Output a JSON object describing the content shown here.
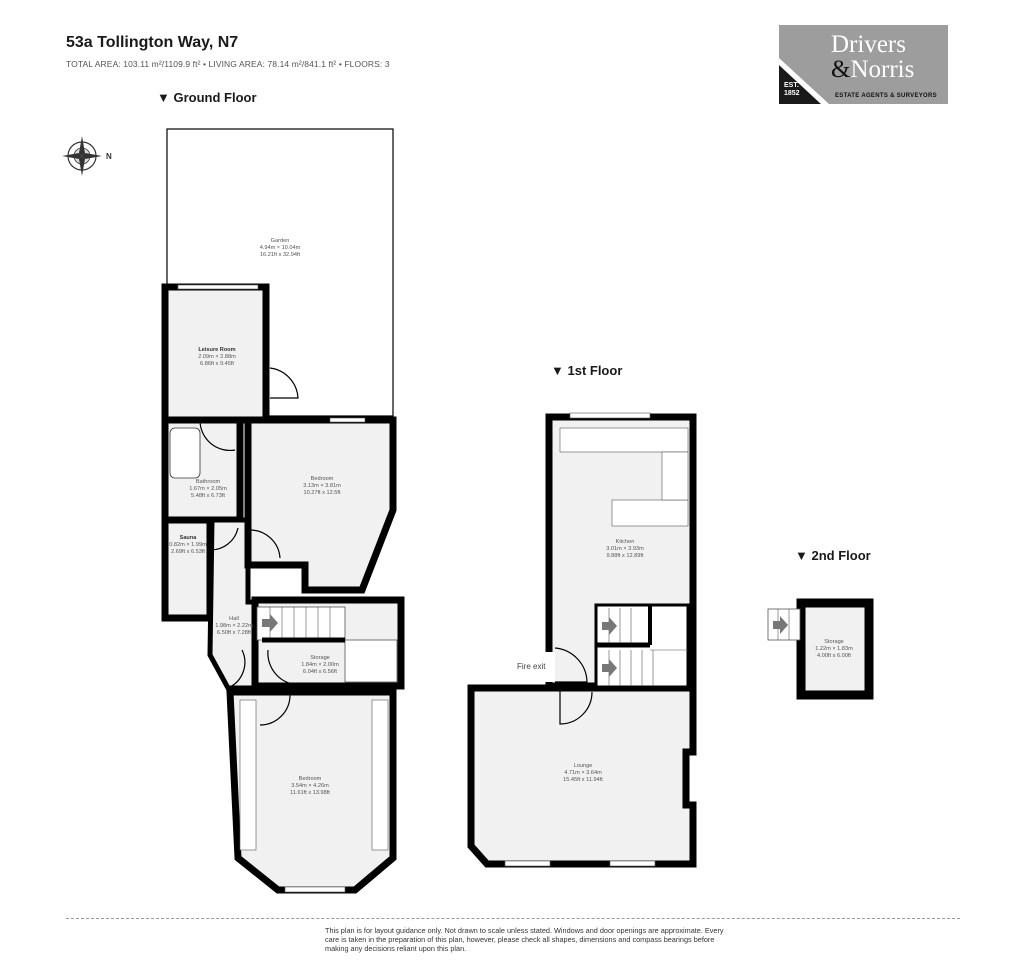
{
  "header": {
    "title": "53a Tollington Way, N7",
    "summary": "TOTAL AREA: 103.11 m²/1109.9 ft² • LIVING AREA: 78.14 m²/841.1 ft² • FLOORS: 3"
  },
  "logo": {
    "line1": "Drivers",
    "amp": "&",
    "line2": "Norris",
    "tagline": "ESTATE AGENTS & SURVEYORS",
    "est": "EST.",
    "year": "1852",
    "colors": {
      "background": "#9d9d9d",
      "corner": "#1a1a1a"
    }
  },
  "compass": {
    "icon": "compass-icon",
    "label": "N"
  },
  "floors": {
    "ground": {
      "label": "▼ Ground Floor",
      "rooms": {
        "garden": {
          "name": "Garden",
          "metric": "4.94m × 10.04m",
          "imperial": "16.21ft x 32.94ft"
        },
        "leisure": {
          "name": "Leisure Room",
          "metric": "2.09m × 2.88m",
          "imperial": "6.86ft x 9.45ft"
        },
        "bathroom": {
          "name": "Bathroom",
          "metric": "1.67m × 2.05m",
          "imperial": "5.48ft x 6.73ft"
        },
        "bedroom1": {
          "name": "Bedroom",
          "metric": "3.13m × 3.81m",
          "imperial": "10.27ft x 12.5ft"
        },
        "sauna": {
          "name": "Sauna",
          "metric": "0.82m × 1.99m",
          "imperial": "2.69ft x 6.53ft"
        },
        "hall": {
          "name": "Hall",
          "metric": "1.98m × 2.22m",
          "imperial": "6.50ft x 7.28ft"
        },
        "storage": {
          "name": "Storage",
          "metric": "1.84m × 2.00m",
          "imperial": "6.04ft x 6.56ft"
        },
        "bedroom2": {
          "name": "Bedroom",
          "metric": "3.54m × 4.26m",
          "imperial": "11.61ft x 13.98ft"
        }
      }
    },
    "first": {
      "label": "▼ 1st Floor",
      "fire_exit": "Fire exit",
      "rooms": {
        "kitchen": {
          "name": "Kitchen",
          "metric": "3.01m × 3.93m",
          "imperial": "9.88ft x 12.89ft"
        },
        "lounge": {
          "name": "Lounge",
          "metric": "4.71m × 3.64m",
          "imperial": "15.45ft x 11.94ft"
        }
      }
    },
    "second": {
      "label": "▼ 2nd Floor",
      "rooms": {
        "storage": {
          "name": "Storage",
          "metric": "1.22m × 1.83m",
          "imperial": "4.00ft x 6.00ft"
        }
      }
    }
  },
  "disclaimer": "This plan is for layout guidance only. Not drawn to scale unless stated. Windows and door openings are approximate. Every care is taken in the preparation of this plan, however, please check all shapes, dimensions and compass bearings before making any decisions reliant upon this plan."
}
